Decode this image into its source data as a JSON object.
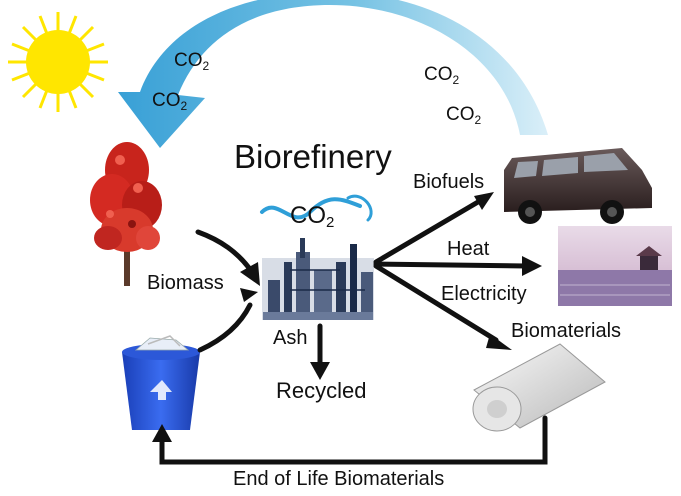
{
  "title": "Biorefinery",
  "co2": {
    "molecule": "CO",
    "subscript": "2"
  },
  "labels": {
    "biomass": "Biomass",
    "biofuels": "Biofuels",
    "heat": "Heat",
    "electricity": "Electricity",
    "biomaterials": "Biomaterials",
    "ash": "Ash",
    "recycled": "Recycled",
    "end_of_life": "End of Life Biomaterials"
  },
  "icons": [
    "sun-icon",
    "tree-icon",
    "refinery-icon",
    "van-icon",
    "landscape-icon",
    "sheet-roll-icon",
    "recycle-bin-icon"
  ],
  "colors": {
    "sun": "#ffe600",
    "co2_arrow": "#3aa3d6",
    "co2_arrow_light": "#bfe3f2",
    "tree": "#d42a22",
    "bin": "#1f4fd1",
    "arrow": "#111111"
  }
}
